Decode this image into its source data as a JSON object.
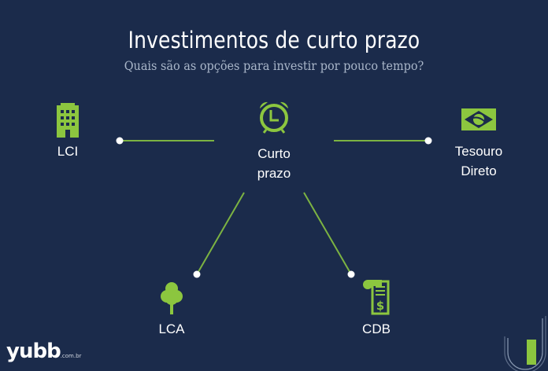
{
  "header": {
    "title": "Investimentos de curto prazo",
    "subtitle": "Quais são as opções para investir por pouco tempo?"
  },
  "center": {
    "label_line1": "Curto",
    "label_line2": "prazo",
    "icon": "alarm-clock-icon"
  },
  "nodes": [
    {
      "id": "lci",
      "label": "LCI",
      "icon": "building-icon"
    },
    {
      "id": "tesouro",
      "label_line1": "Tesouro",
      "label_line2": "Direto",
      "icon": "brazil-flag-icon"
    },
    {
      "id": "lca",
      "label": "LCA",
      "icon": "tree-icon"
    },
    {
      "id": "cdb",
      "label": "CDB",
      "icon": "receipt-dollar-icon"
    }
  ],
  "footer": {
    "logo": "yubb",
    "logo_suffix": ".com.br"
  },
  "colors": {
    "background": "#1b2b4b",
    "accent": "#8cc63f",
    "text": "#ffffff",
    "subtitle": "#a9b6c9",
    "dot": "#ffffff"
  }
}
